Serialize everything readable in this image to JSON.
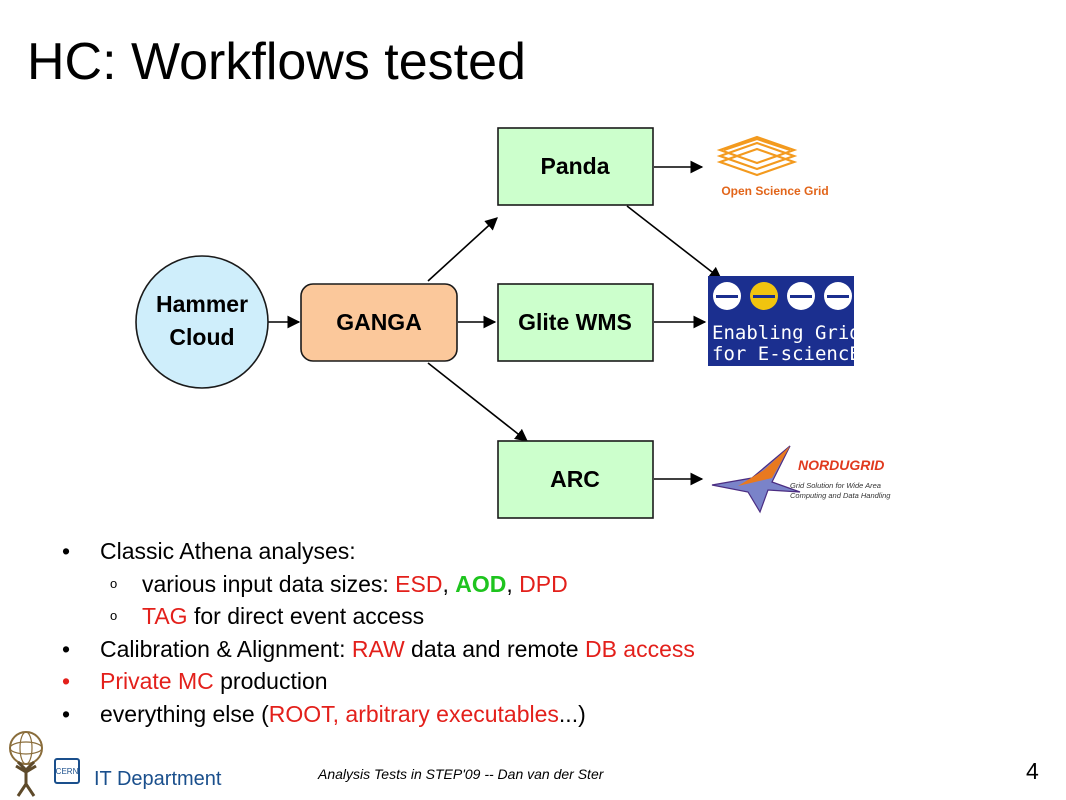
{
  "slide": {
    "title": "HC: Workflows tested",
    "page_number": "4",
    "footer": "Analysis Tests in STEP'09  -- Dan van der Ster",
    "dept": "IT Department",
    "cern_logo_text": "CERN"
  },
  "diagram": {
    "hammercloud_line1": "Hammer",
    "hammercloud_line2": "Cloud",
    "ganga": "GANGA",
    "panda": "Panda",
    "glite": "Glite WMS",
    "arc": "ARC",
    "osg": "Open Science Grid",
    "egee": {
      "line1": "Enabling Grids",
      "line2": "for E-sciencE"
    },
    "nordugrid": {
      "name": "NORDUGRID",
      "tagline1": "Grid Solution for Wide Area",
      "tagline2": "Computing and Data Handling"
    }
  },
  "bullets": {
    "b1": "Classic Athena analyses:",
    "s1_pre": "various input data sizes: ",
    "s1_esd": "ESD",
    "s1_c1": ", ",
    "s1_aod": "AOD",
    "s1_c2": ", ",
    "s1_dpd": "DPD",
    "s2_tag": "TAG",
    "s2_rest": " for direct event access",
    "b2_pre": "Calibration & Alignment: ",
    "b2_raw": "RAW",
    "b2_mid": " data and remote ",
    "b2_db": "DB access",
    "b3_red": "Private MC",
    "b3_rest": " production",
    "b4_pre": "everything else (",
    "b4_red": "ROOT, arbitrary executables",
    "b4_post": "...)"
  },
  "colors": {
    "red": "#e3201b",
    "green": "#1ec41e",
    "node_green": "#ccffcc",
    "ganga": "#fbc89b",
    "hammercloud": "#cfeefb"
  }
}
